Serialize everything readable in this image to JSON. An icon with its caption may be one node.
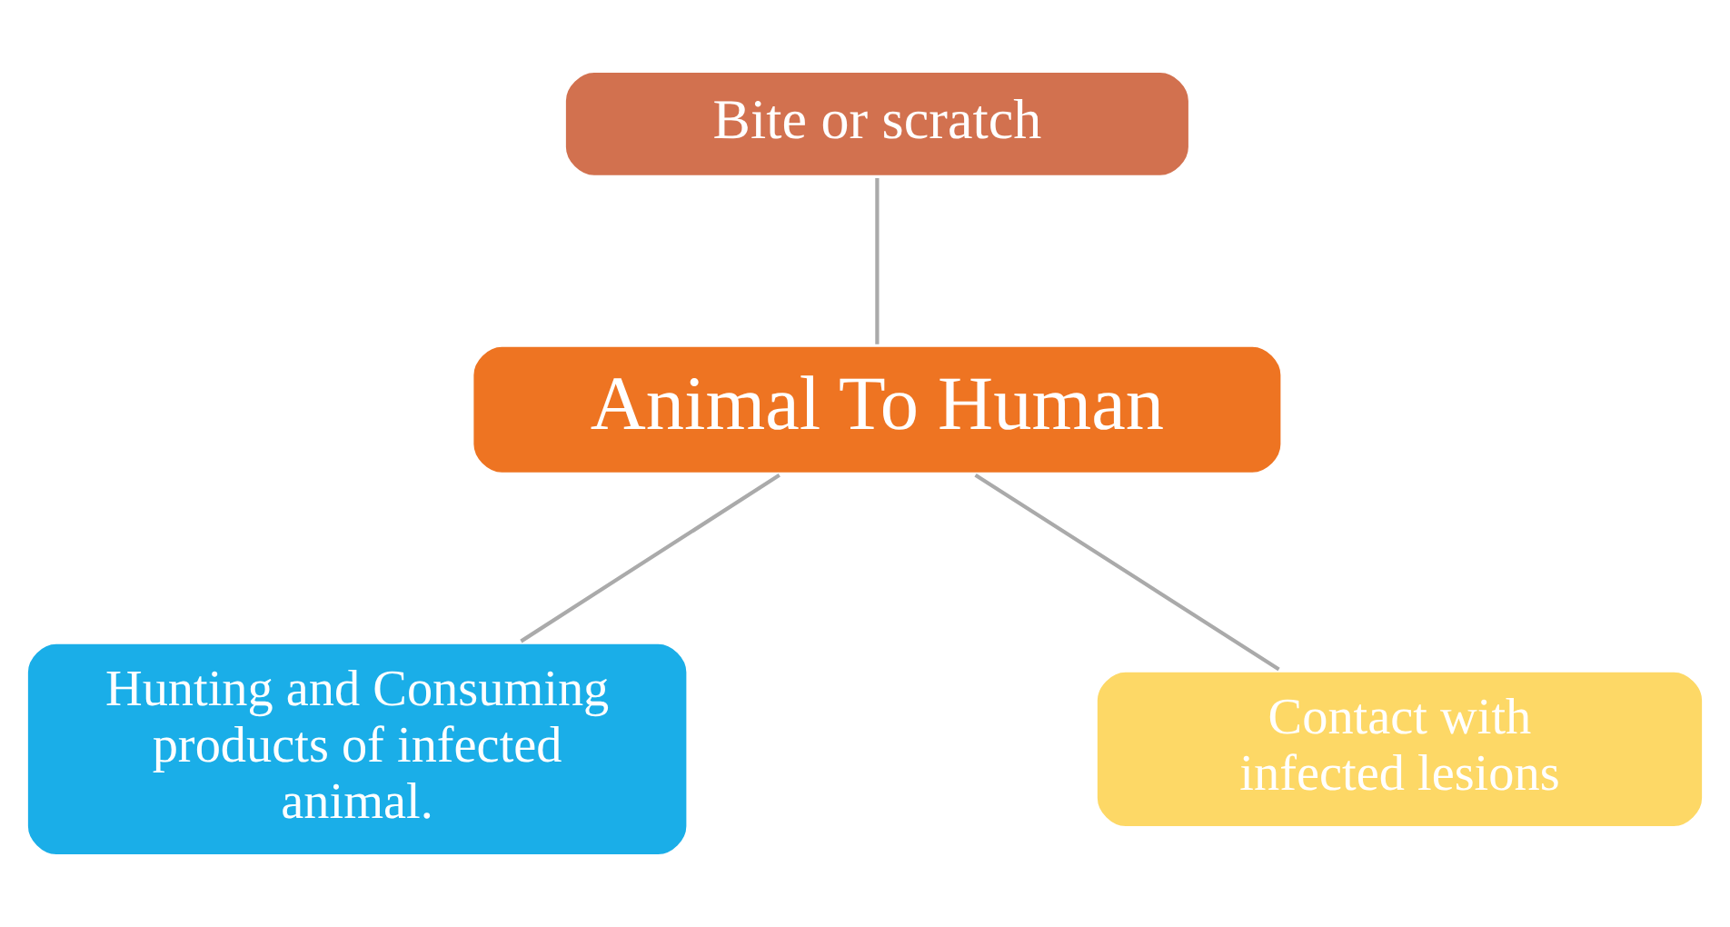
{
  "diagram": {
    "nodes": [
      {
        "text": [
          "Bite or scratch"
        ]
      },
      {
        "text": [
          "Animal To Human"
        ]
      },
      {
        "text": [
          "Hunting and Consuming products of infected animal."
        ]
      },
      {
        "text": [
          "Contact with infected lesions"
        ]
      }
    ],
    "edges": [
      {
        "from": 0,
        "to": 1,
        "arrow": "none"
      },
      {
        "from": 1,
        "to": 2,
        "arrow": "none"
      },
      {
        "from": 1,
        "to": 3,
        "arrow": "none"
      }
    ]
  }
}
